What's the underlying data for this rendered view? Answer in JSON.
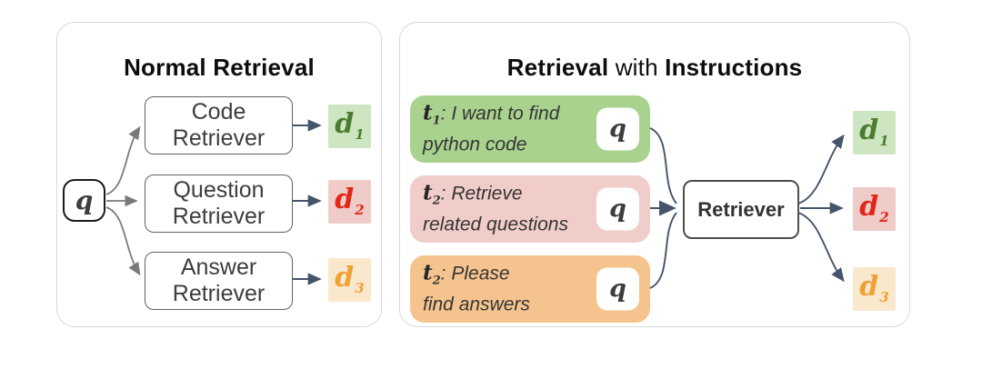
{
  "left_panel": {
    "title": "Normal Retrieval",
    "query": "q",
    "retrievers": [
      {
        "line1": "Code",
        "line2": "Retriever"
      },
      {
        "line1": "Question",
        "line2": "Retriever"
      },
      {
        "line1": "Answer",
        "line2": "Retriever"
      }
    ],
    "docs": [
      {
        "base": "d",
        "sub": "1"
      },
      {
        "base": "d",
        "sub": "2"
      },
      {
        "base": "d",
        "sub": "3"
      }
    ]
  },
  "right_panel": {
    "title_bold_1": "Retrieval",
    "title_regular": " with ",
    "title_bold_2": "Instructions",
    "retriever_label": "Retriever",
    "instructions": [
      {
        "base": "t",
        "sub": "1",
        "line1": ": I want to find",
        "line2": "python code",
        "query": "q"
      },
      {
        "base": "t",
        "sub": "2",
        "line1": ": Retrieve",
        "line2": "related questions",
        "query": "q"
      },
      {
        "base": "t",
        "sub": "2",
        "line1": ": Please",
        "line2": "find answers",
        "query": "q"
      }
    ],
    "docs": [
      {
        "base": "d",
        "sub": "1"
      },
      {
        "base": "d",
        "sub": "2"
      },
      {
        "base": "d",
        "sub": "3"
      }
    ]
  },
  "colors": {
    "instruction_green_bg": "#a9d28f",
    "instruction_pink_bg": "#f0cdc9",
    "instruction_orange_bg": "#f5c48e",
    "doc1_bg": "#cde5c0",
    "doc1_text": "#4b7d2f",
    "doc2_bg": "#efccc8",
    "doc2_text": "#e2261a",
    "doc3_bg": "#fae8cd",
    "doc3_text": "#f0a134",
    "arrow_dark": "#44546a",
    "arrow_gray": "#7a7a7a",
    "panel_border": "#d9d9d9"
  }
}
